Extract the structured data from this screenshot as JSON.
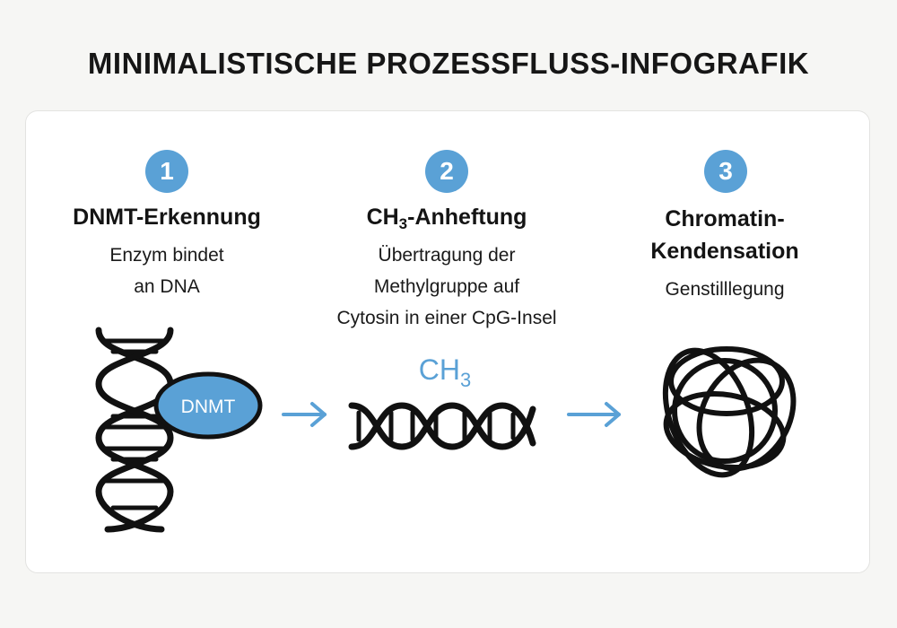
{
  "title": "MINIMALISTISCHE PROZESSFLUSS-INFOGRAFIK",
  "steps": [
    {
      "number": "1",
      "title": "DNMT-Erkennung",
      "description_lines": [
        "Enzym bindet",
        "an DNA"
      ],
      "enzyme_label": "DNMT"
    },
    {
      "number": "2",
      "title_main": "CH",
      "title_sub": "3",
      "title_rest": "-Anheftung",
      "description_lines": [
        "Übertragung der",
        "Methylgruppe auf",
        "Cytosin in einer CpG-Insel"
      ],
      "methyl_main": "CH",
      "methyl_sub": "3"
    },
    {
      "number": "3",
      "title_lines": [
        "Chromatin-",
        "Kendensation"
      ],
      "description_lines": [
        "Genstilllegung"
      ]
    }
  ],
  "colors": {
    "accent": "#5aa1d6",
    "enzyme_fill": "#5aa1d6",
    "stroke": "#111111",
    "background": "#f6f6f4",
    "card": "#ffffff"
  },
  "icons": [
    "dna-double-helix-icon",
    "arrow-right-icon",
    "chromatin-coil-icon"
  ]
}
